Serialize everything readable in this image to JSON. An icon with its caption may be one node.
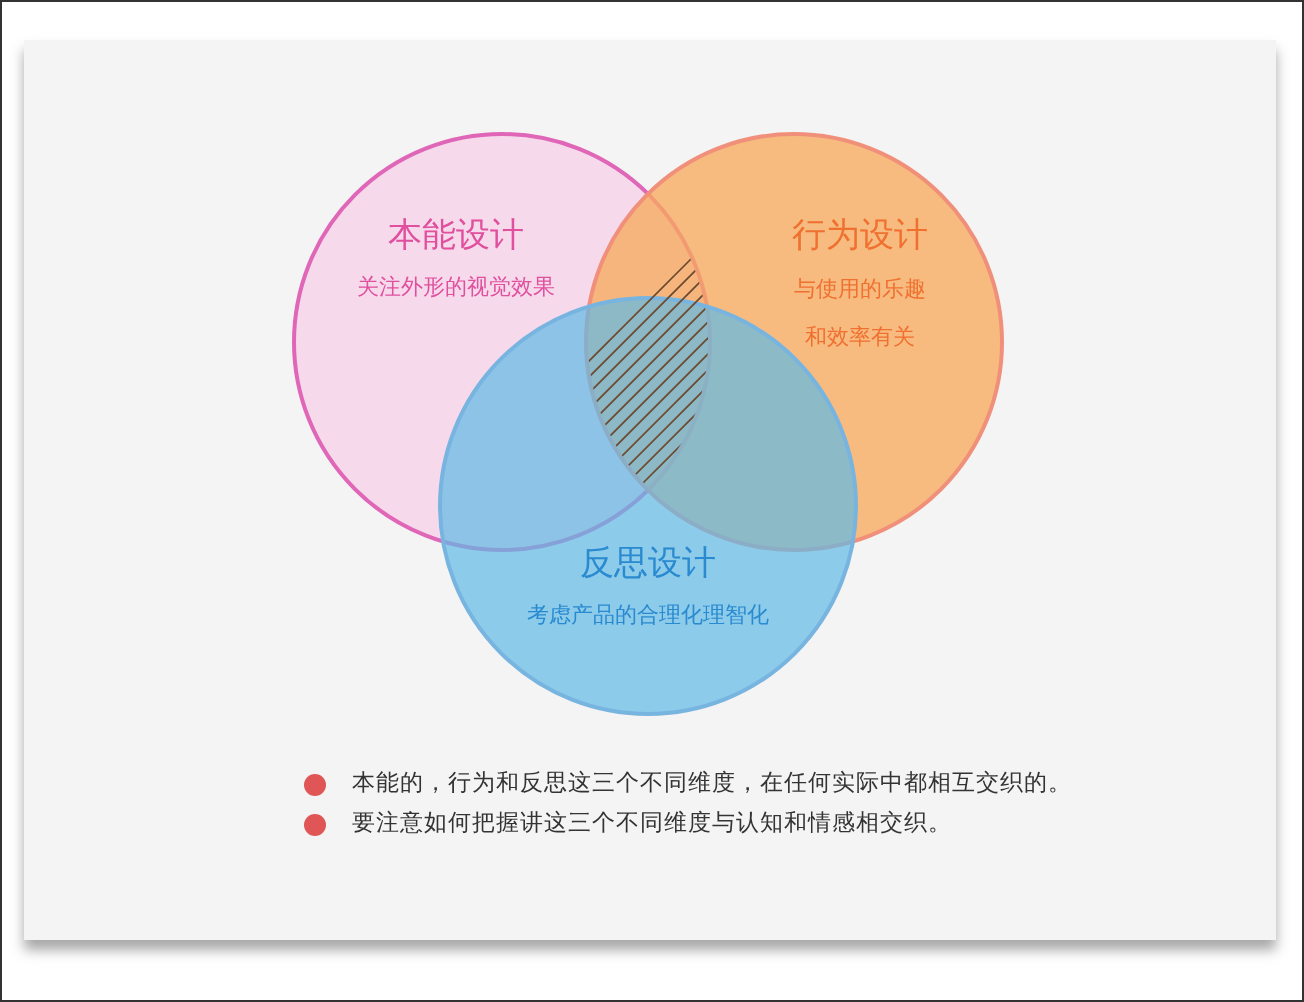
{
  "diagram": {
    "nodes": [
      {
        "text": [
          "本能设计",
          "关注外形的视觉效果"
        ]
      },
      {
        "text": [
          "行为设计",
          "与使用的乐趣和效率有关"
        ]
      },
      {
        "text": [
          "反思设计",
          "考虑产品的合理化理智化"
        ]
      }
    ],
    "labels": [
      "本能的，行为和反思这三个不同维度，在任何实际中都相互交织的。",
      "要注意如何把握讲这三个不同维度与认知和情感相交织。"
    ]
  }
}
